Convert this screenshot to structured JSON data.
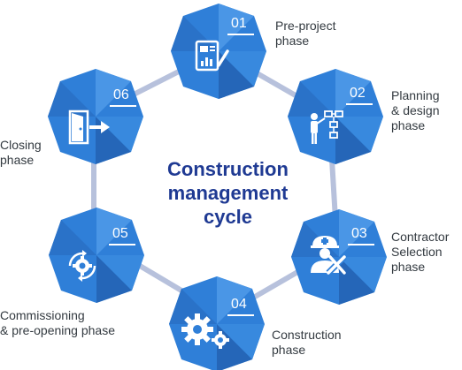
{
  "diagram": {
    "title": "Construction\nmanagement\ncycle",
    "accent_color": "#1f3a93",
    "node_color": "#2f7fd8",
    "ring_color": "#b7c1dc",
    "phases": [
      {
        "number": "01",
        "label": "Pre-project\nphase",
        "icon": "document-chart-icon"
      },
      {
        "number": "02",
        "label": "Planning\n& design\nphase",
        "icon": "presenter-flowchart-icon"
      },
      {
        "number": "03",
        "label": "Contractor\nSelection\nphase",
        "icon": "worker-tools-icon"
      },
      {
        "number": "04",
        "label": "Construction\nphase",
        "icon": "gears-icon"
      },
      {
        "number": "05",
        "label": "Commissioning\n& pre-opening phase",
        "icon": "cycle-gear-icon"
      },
      {
        "number": "06",
        "label": "Closing\nphase",
        "icon": "exit-door-icon"
      }
    ]
  }
}
